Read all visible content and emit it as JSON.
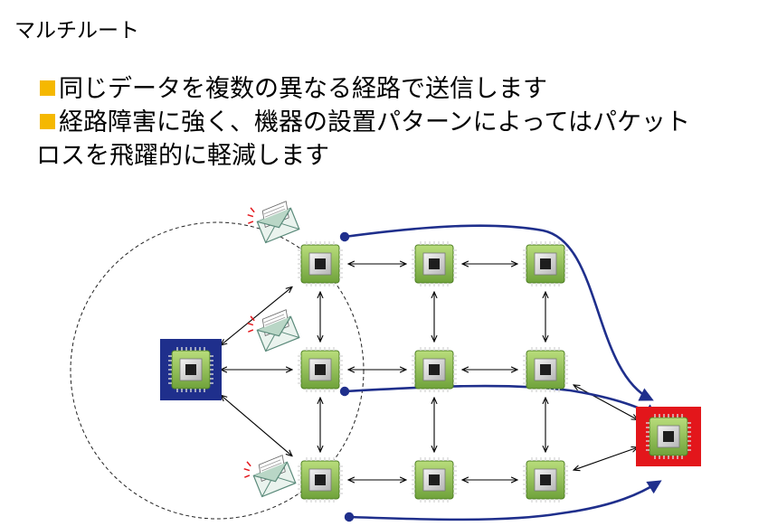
{
  "page": {
    "title": "マルチルート"
  },
  "bullets": [
    {
      "text": "同じデータを複数の異なる経路で送信します"
    },
    {
      "text": "経路障害に強く、機器の設置パターンによってはパケット"
    },
    {
      "text": "ロスを飛躍的に軽減します",
      "continuation": true
    }
  ],
  "colors": {
    "bullet": "#f5b800",
    "route": "#1f2f8c",
    "source_frame": "#1f2f8c",
    "destination_frame": "#e3161b",
    "chip_green": "#8fbf4a",
    "envelope": "#5a8a7a"
  },
  "diagram": {
    "nodes": [
      {
        "id": "source",
        "role": "source"
      },
      {
        "id": "r0c0",
        "role": "relay"
      },
      {
        "id": "r0c1",
        "role": "relay"
      },
      {
        "id": "r0c2",
        "role": "relay"
      },
      {
        "id": "r1c0",
        "role": "relay"
      },
      {
        "id": "r1c1",
        "role": "relay"
      },
      {
        "id": "r1c2",
        "role": "relay"
      },
      {
        "id": "r2c0",
        "role": "relay"
      },
      {
        "id": "r2c1",
        "role": "relay"
      },
      {
        "id": "r2c2",
        "role": "relay"
      },
      {
        "id": "destination",
        "role": "destination"
      }
    ],
    "links": [
      [
        "source",
        "r0c0"
      ],
      [
        "source",
        "r1c0"
      ],
      [
        "source",
        "r2c0"
      ],
      [
        "r0c0",
        "r0c1"
      ],
      [
        "r0c1",
        "r0c2"
      ],
      [
        "r1c0",
        "r1c1"
      ],
      [
        "r1c1",
        "r1c2"
      ],
      [
        "r2c0",
        "r2c1"
      ],
      [
        "r2c1",
        "r2c2"
      ],
      [
        "r0c0",
        "r1c0"
      ],
      [
        "r1c0",
        "r2c0"
      ],
      [
        "r0c1",
        "r1c1"
      ],
      [
        "r1c1",
        "r2c1"
      ],
      [
        "r0c2",
        "r1c2"
      ],
      [
        "r1c2",
        "r2c2"
      ],
      [
        "r1c2",
        "destination"
      ],
      [
        "r2c2",
        "destination"
      ]
    ],
    "routes": [
      {
        "from": "r0c0",
        "to": "destination"
      },
      {
        "from": "r1c0",
        "to": "destination"
      },
      {
        "from": "r2c0",
        "to": "destination"
      }
    ],
    "envelopes": [
      {
        "near": "r0c0"
      },
      {
        "near": "r1c0"
      },
      {
        "near": "r2c0"
      }
    ]
  }
}
